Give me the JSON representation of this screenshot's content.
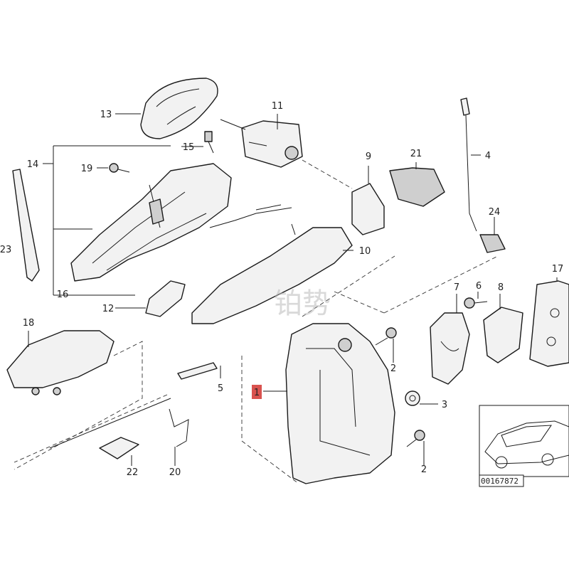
{
  "callouts": {
    "c1": "1",
    "c2a": "2",
    "c2b": "2",
    "c3": "3",
    "c4": "4",
    "c5": "5",
    "c6": "6",
    "c7": "7",
    "c8": "8",
    "c9": "9",
    "c10": "10",
    "c11": "11",
    "c12": "12",
    "c13": "13",
    "c14": "14",
    "c15": "15",
    "c16": "16",
    "c17": "17",
    "c18": "18",
    "c19": "19",
    "c20": "20",
    "c21": "21",
    "c22": "22",
    "c23": "23",
    "c24": "24"
  },
  "watermark": "铂势",
  "reference_number": "00167872",
  "highlight_color": "#d9534f"
}
